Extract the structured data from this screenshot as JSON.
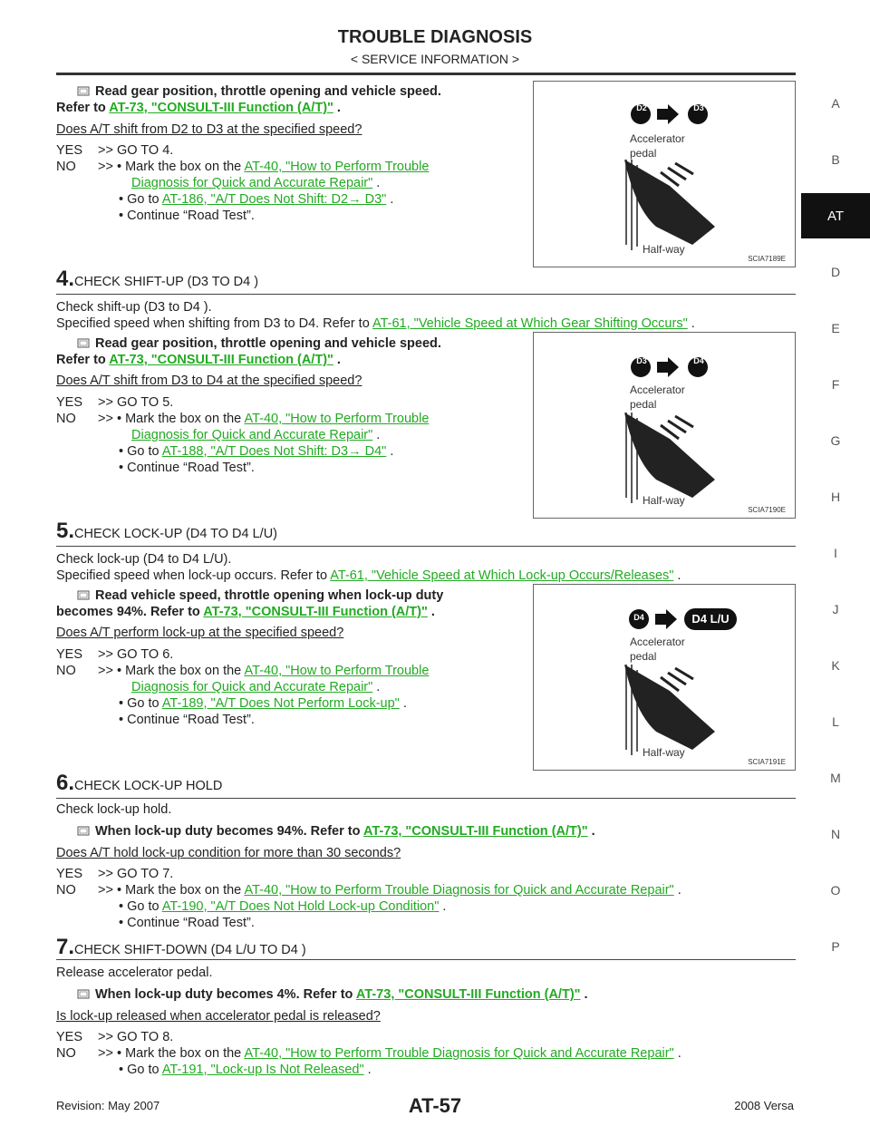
{
  "header": {
    "title": "TROUBLE DIAGNOSIS",
    "subtitle": "< SERVICE INFORMATION >"
  },
  "side_index": [
    "A",
    "B",
    "AT",
    "D",
    "E",
    "F",
    "G",
    "H",
    "I",
    "J",
    "K",
    "L",
    "M",
    "N",
    "O",
    "P"
  ],
  "block_top": {
    "note1": "Read gear position, throttle opening and vehicle speed.",
    "note2_pre": "Refer to ",
    "note2_link": "AT-73, \"CONSULT-III Function (A/T)\"",
    "note2_post": " .",
    "question": "Does A/T shift from D2  to D3  at the specified speed?",
    "yes_label": "YES",
    "yes_text": ">> GO TO 4.",
    "no_label": "NO",
    "no_pre": ">> • Mark the box on the ",
    "no_link1": "AT-40, \"How to Perform Trouble",
    "no_link2": "Diagnosis for Quick and Accurate Repair\"",
    "no_link2_post": " .",
    "go_pre": "• Go to ",
    "go_link": "AT-186, \"A/T Does Not Shift: D2→ D3\"",
    "go_post": " .",
    "cont": "• Continue “Road Test”."
  },
  "figures": [
    {
      "from": "D2",
      "to": "D3",
      "label1": "Accelerator",
      "label2": "pedal",
      "label3": "Half-way",
      "code": "SCIA7189E"
    },
    {
      "from": "D3",
      "to": "D4",
      "label1": "Accelerator",
      "label2": "pedal",
      "label3": "Half-way",
      "code": "SCIA7190E"
    },
    {
      "from": "D4",
      "to": "D4 L/U",
      "label1": "Accelerator",
      "label2": "pedal",
      "label3": "Half-way",
      "code": "SCIA7191E"
    }
  ],
  "step4": {
    "num": "4.",
    "title": "CHECK SHIFT-UP (D3  TO D4 )",
    "line1": "Check shift-up (D3  to D4 ).",
    "line2_pre": "Specified speed when shifting from D3  to D4.  Refer to ",
    "line2_link": "AT-61, \"Vehicle Speed at Which Gear Shifting Occurs\"",
    "line2_post": " .",
    "note1": "Read gear position, throttle opening and vehicle speed.",
    "note2_pre": "Refer to ",
    "note2_link": "AT-73, \"CONSULT-III Function (A/T)\"",
    "note2_post": " .",
    "question": "Does A/T shift from D3  to D4  at the specified speed?",
    "yes_label": "YES",
    "yes_text": ">> GO TO 5.",
    "no_label": "NO",
    "no_pre": ">> • Mark the box on the ",
    "no_link1": "AT-40, \"How to Perform Trouble",
    "no_link2": "Diagnosis for Quick and Accurate Repair\"",
    "no_link2_post": " .",
    "go_pre": "• Go to ",
    "go_link": "AT-188, \"A/T Does Not Shift: D3→ D4\"",
    "go_post": " .",
    "cont": "• Continue “Road Test”."
  },
  "step5": {
    "num": "5.",
    "title": "CHECK LOCK-UP (D4  TO D4 L/U)",
    "line1": "Check lock-up (D4  to D4 L/U).",
    "line2_pre": "Specified speed when lock-up occurs. Refer to ",
    "line2_link": "AT-61, \"Vehicle Speed at Which Lock-up Occurs/Releases\"",
    "line2_post": " .",
    "note1": "Read vehicle speed, throttle opening when lock-up duty",
    "note2_pre": "becomes 94%. Refer to ",
    "note2_link": "AT-73, \"CONSULT-III Function (A/T)\"",
    "note2_post": " .",
    "question": "Does A/T perform lock-up at the specified speed?",
    "yes_label": "YES",
    "yes_text": ">> GO TO 6.",
    "no_label": "NO",
    "no_pre": ">> • Mark the box on the ",
    "no_link1": "AT-40, \"How to Perform Trouble",
    "no_link2": "Diagnosis for Quick and Accurate Repair\"",
    "no_link2_post": " .",
    "go_pre": "• Go to ",
    "go_link": "AT-189, \"A/T Does Not Perform Lock-up\"",
    "go_post": " .",
    "cont": "• Continue “Road Test”."
  },
  "step6": {
    "num": "6.",
    "title": "CHECK LOCK-UP HOLD",
    "line1": "Check lock-up hold.",
    "note_pre": "When lock-up duty becomes 94%. Refer to ",
    "note_link": "AT-73, \"CONSULT-III Function (A/T)\"",
    "note_post": " .",
    "question": "Does A/T hold lock-up condition for more than 30 seconds?",
    "yes_label": "YES",
    "yes_text": ">> GO TO 7.",
    "no_label": "NO",
    "no_pre": ">> • Mark the box on the ",
    "no_link": "AT-40, \"How to Perform Trouble Diagnosis for Quick and Accurate Repair\"",
    "no_post": " .",
    "go_pre": "• Go to ",
    "go_link": "AT-190, \"A/T Does Not Hold Lock-up Condition\"",
    "go_post": " .",
    "cont": "• Continue “Road Test”."
  },
  "step7": {
    "num": "7.",
    "title": "CHECK SHIFT-DOWN (D4 L/U TO D4 )",
    "line1": "Release accelerator pedal.",
    "note_pre": "When lock-up duty becomes 4%. Refer to ",
    "note_link": "AT-73, \"CONSULT-III Function (A/T)\"",
    "note_post": " .",
    "question": "Is lock-up released when accelerator pedal is released?",
    "yes_label": "YES",
    "yes_text": ">> GO TO 8.",
    "no_label": "NO",
    "no_pre": ">> • Mark the box on the ",
    "no_link": "AT-40, \"How to Perform Trouble Diagnosis for Quick and Accurate Repair\"",
    "no_post": " .",
    "go_pre": "• Go to ",
    "go_link": "AT-191, \"Lock-up Is Not Released\"",
    "go_post": " ."
  },
  "footer": {
    "revision": "Revision: May 2007",
    "page": "AT-57",
    "model": "2008 Versa"
  }
}
